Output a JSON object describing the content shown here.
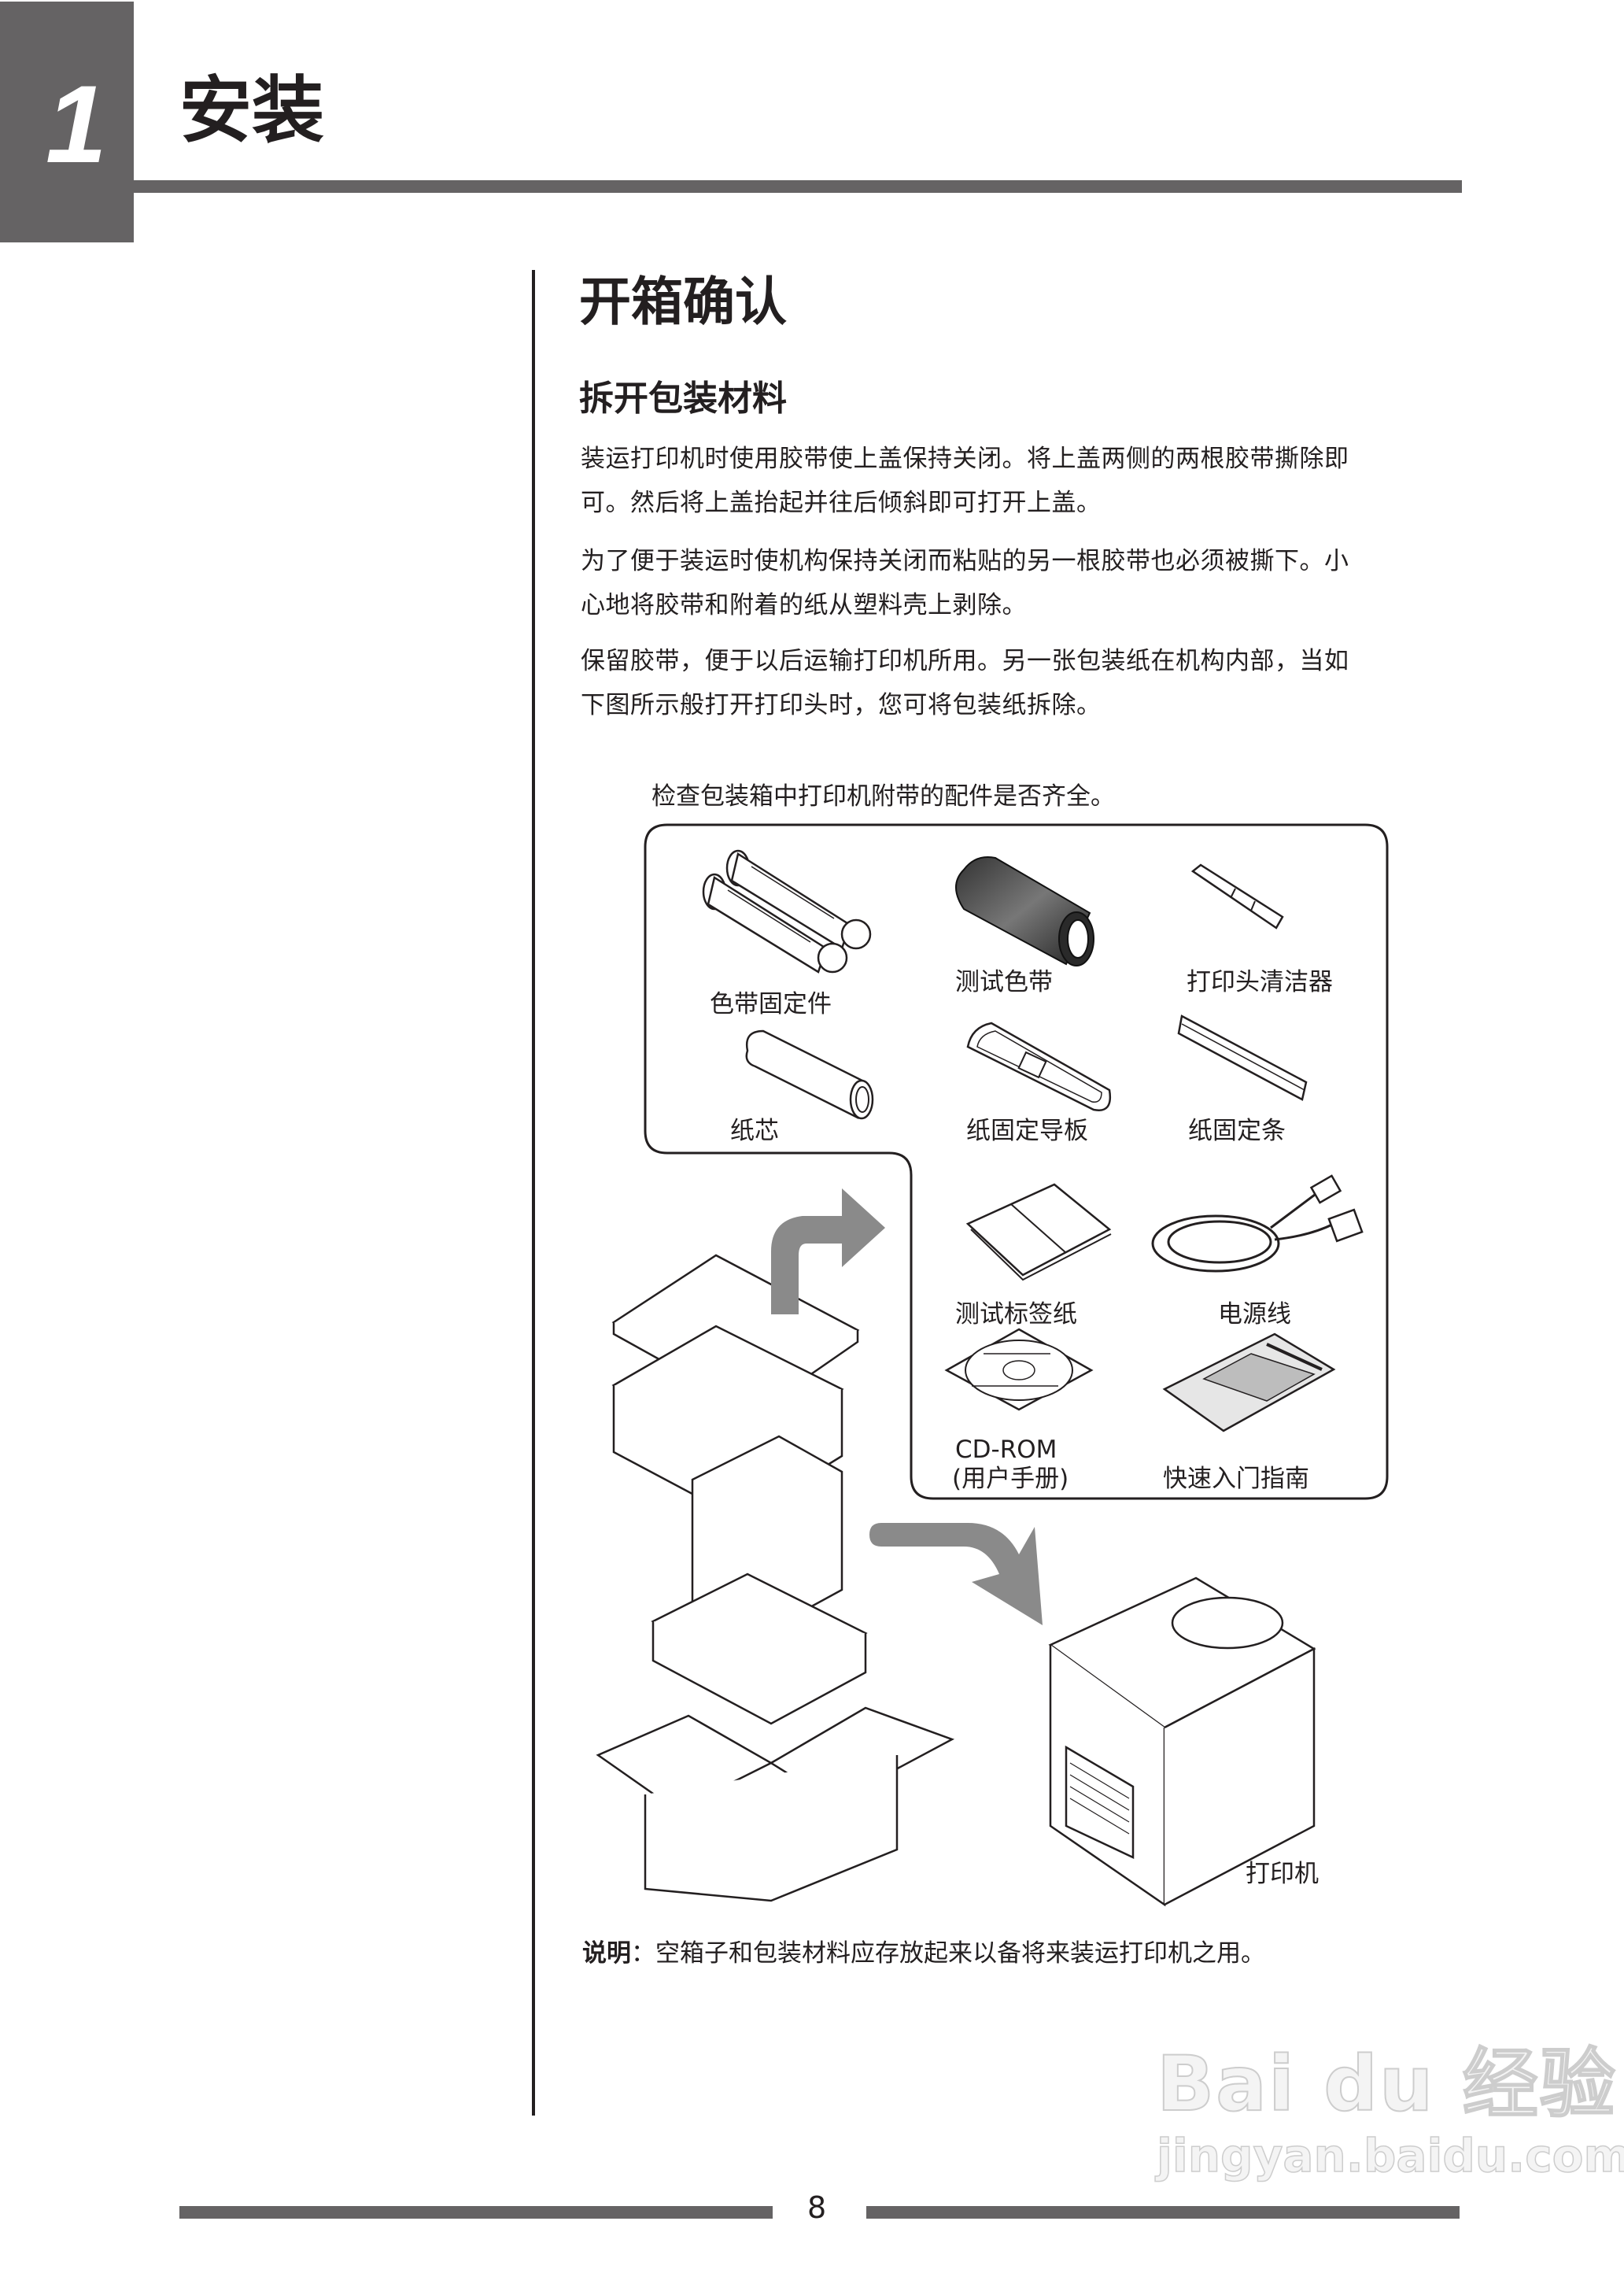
{
  "chapter": {
    "number": "1",
    "title": "安装"
  },
  "section": {
    "title": "开箱确认",
    "subtitle": "拆开包装材料",
    "paragraphs": [
      {
        "line1": "装运打印机时使用胶带使上盖保持关闭。将上盖两侧的两根胶带撕除即",
        "line2": "可。然后将上盖抬起并往后倾斜即可打开上盖。"
      },
      {
        "line1": "为了便于装运时使机构保持关闭而粘贴的另一根胶带也必须被撕下。小",
        "line2": "心地将胶带和附着的纸从塑料壳上剥除。"
      },
      {
        "line1": "保留胶带，便于以后运输打印机所用。另一张包装纸在机构内部，当如",
        "line2": "下图所示般打开打印头时，您可将包装纸拆除。"
      }
    ]
  },
  "figure": {
    "intro": "检查包装箱中打印机附带的配件是否齐全。",
    "accessories": [
      {
        "name": "色带固定件",
        "icon": "ribbon-holder-icon"
      },
      {
        "name": "测试色带",
        "icon": "ribbon-roll-icon"
      },
      {
        "name": "打印头清洁器",
        "icon": "head-cleaner-pen-icon"
      },
      {
        "name": "纸芯",
        "icon": "paper-core-icon"
      },
      {
        "name": "纸固定导板",
        "icon": "paper-guide-plate-icon"
      },
      {
        "name": "纸固定条",
        "icon": "paper-fixing-bar-icon"
      },
      {
        "name": "测试标签纸",
        "icon": "test-labels-icon"
      },
      {
        "name": "电源线",
        "icon": "power-cord-icon"
      },
      {
        "name": "CD-ROM",
        "name_line2": "(用户手册)",
        "icon": "cd-rom-icon"
      },
      {
        "name": "快速入门指南",
        "icon": "quick-start-guide-icon"
      }
    ],
    "printer_label": "打印机"
  },
  "note": {
    "label": "说明",
    "separator": "：",
    "text": "空箱子和包装材料应存放起来以备将来装运打印机之用。"
  },
  "footer": {
    "page_number": "8"
  },
  "watermark": {
    "brand": "Bai du 经验",
    "url": "jingyan.baidu.com"
  },
  "colors": {
    "accent_gray": "#656364",
    "text": "#231f20",
    "arrow_gray": "#8a8a8a"
  }
}
